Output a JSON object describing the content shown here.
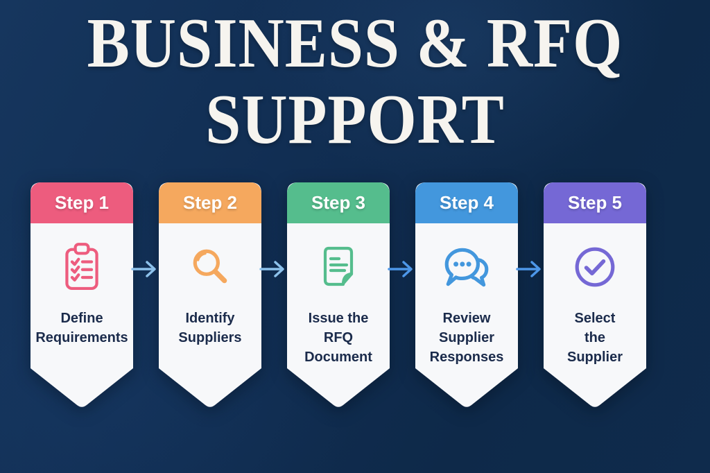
{
  "title": {
    "lines": [
      "BUSINESS & RFQ",
      "SUPPORT"
    ]
  },
  "steps": [
    {
      "label": "Step 1",
      "color": "#ed5c7e",
      "icon": "clipboard-checklist-icon",
      "caption_lines": [
        "Define",
        "Requirements"
      ]
    },
    {
      "label": "Step 2",
      "color": "#f5a85e",
      "icon": "magnifier-icon",
      "caption_lines": [
        "Identify",
        "Suppliers"
      ]
    },
    {
      "label": "Step 3",
      "color": "#55bd8d",
      "icon": "document-icon",
      "caption_lines": [
        "Issue the",
        "RFQ",
        "Document"
      ]
    },
    {
      "label": "Step 4",
      "color": "#4397dd",
      "icon": "chat-bubbles-icon",
      "caption_lines": [
        "Review",
        "Supplier",
        "Responses"
      ]
    },
    {
      "label": "Step 5",
      "color": "#7568d5",
      "icon": "check-circle-icon",
      "caption_lines": [
        "Select",
        "the",
        "Supplier"
      ]
    }
  ],
  "arrows": [
    {
      "color": "#8cc1eb"
    },
    {
      "color": "#8cc1eb"
    },
    {
      "color": "#4d97e9"
    },
    {
      "color": "#4d97e9"
    }
  ],
  "colors": {
    "background": "#112e52",
    "card": "#f7f8fa",
    "caption_text": "#1b2b4b",
    "title_text": "#f6f4ef"
  }
}
